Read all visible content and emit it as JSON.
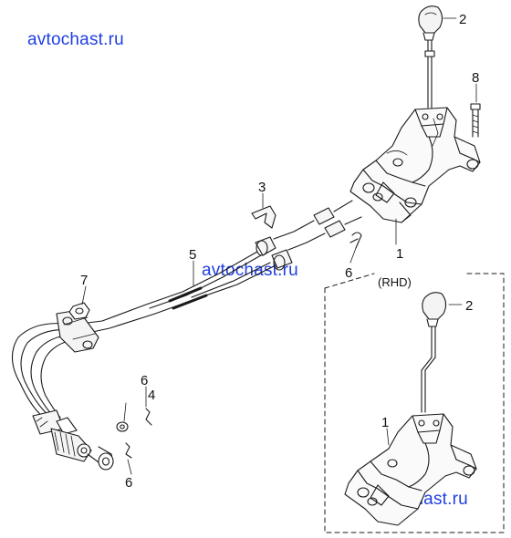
{
  "watermarks": [
    "avtochast.ru",
    "avtochast.ru",
    "avtochast.ru"
  ],
  "rhd_label": "(RHD)",
  "callouts": {
    "knob_main": "2",
    "bolt": "8",
    "clip_main": "3",
    "housing_main": "1",
    "cable": "5",
    "pin_right": "6",
    "nut": "7",
    "washer": "4",
    "pin_upper": "6",
    "pin_lower": "6",
    "knob_rhd": "2",
    "housing_rhd": "1"
  },
  "colors": {
    "watermark": "#1f3fe0",
    "line": "#1a1a1a"
  }
}
